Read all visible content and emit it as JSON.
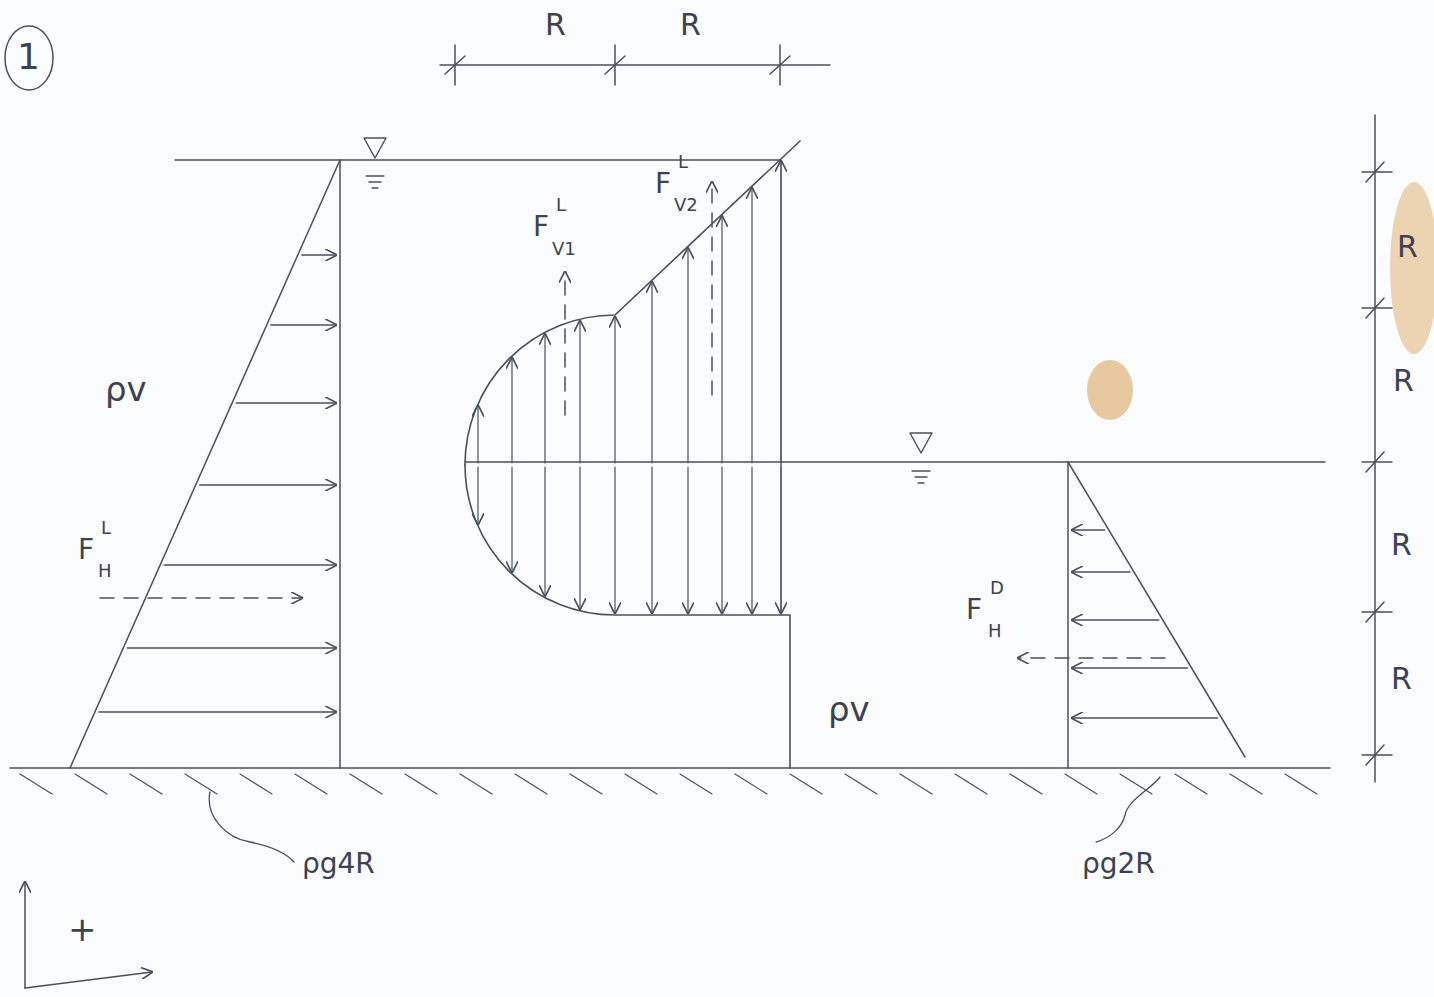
{
  "diagram": {
    "labels": [
      "1",
      "R",
      "R",
      "F",
      "L",
      "V1",
      "F",
      "L",
      "V2",
      "ρv",
      "F",
      "L",
      "H",
      "F",
      "D",
      "H",
      "ρv",
      "ρg4R",
      "ρg2R",
      "R",
      "R",
      "R",
      "R",
      "+"
    ]
  }
}
